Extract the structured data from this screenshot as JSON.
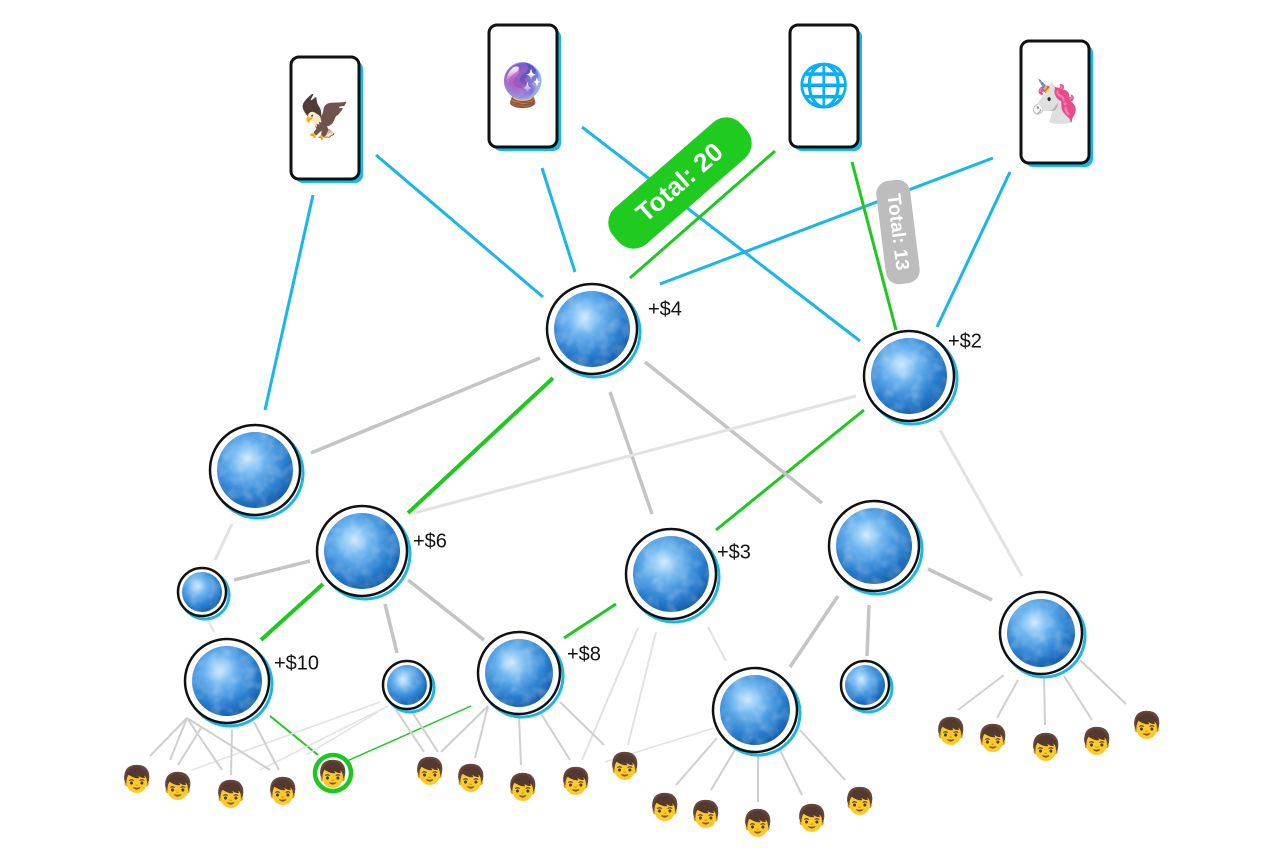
{
  "sources": [
    {
      "id": "eagle",
      "glyph": "🦅",
      "icon": "eagle-icon"
    },
    {
      "id": "crystal",
      "glyph": "🔮",
      "icon": "crystal-ball-icon"
    },
    {
      "id": "globe",
      "glyph": "🌐",
      "icon": "globe-icon"
    },
    {
      "id": "unicorn",
      "glyph": "🦄",
      "icon": "unicorn-icon"
    }
  ],
  "nodes": [
    {
      "id": "n1",
      "label": "+$4"
    },
    {
      "id": "n2",
      "label": "+$2"
    },
    {
      "id": "n3",
      "label": ""
    },
    {
      "id": "n4",
      "label": "+$6"
    },
    {
      "id": "n5",
      "label": "+$3"
    },
    {
      "id": "n6",
      "label": ""
    },
    {
      "id": "n7",
      "label": ""
    },
    {
      "id": "n8",
      "label": "+$10"
    },
    {
      "id": "n9",
      "label": ""
    },
    {
      "id": "n10",
      "label": "+$8"
    },
    {
      "id": "n11",
      "label": ""
    },
    {
      "id": "n12",
      "label": ""
    },
    {
      "id": "n13",
      "label": ""
    }
  ],
  "path_totals": [
    {
      "id": "total-green",
      "text": "Total: 20",
      "color": "#1ecb1e"
    },
    {
      "id": "total-gray",
      "text": "Total: 13",
      "color": "#bdbdbd"
    }
  ],
  "person_glyph": "👦",
  "colors": {
    "source_link": "#1ab6e8",
    "highlight": "#1ec81e",
    "mesh_link": "#c4c4c4",
    "faint_link": "#e2e2e2",
    "card_shadow": "#1ab6e8",
    "orb": "#2e86d6"
  }
}
